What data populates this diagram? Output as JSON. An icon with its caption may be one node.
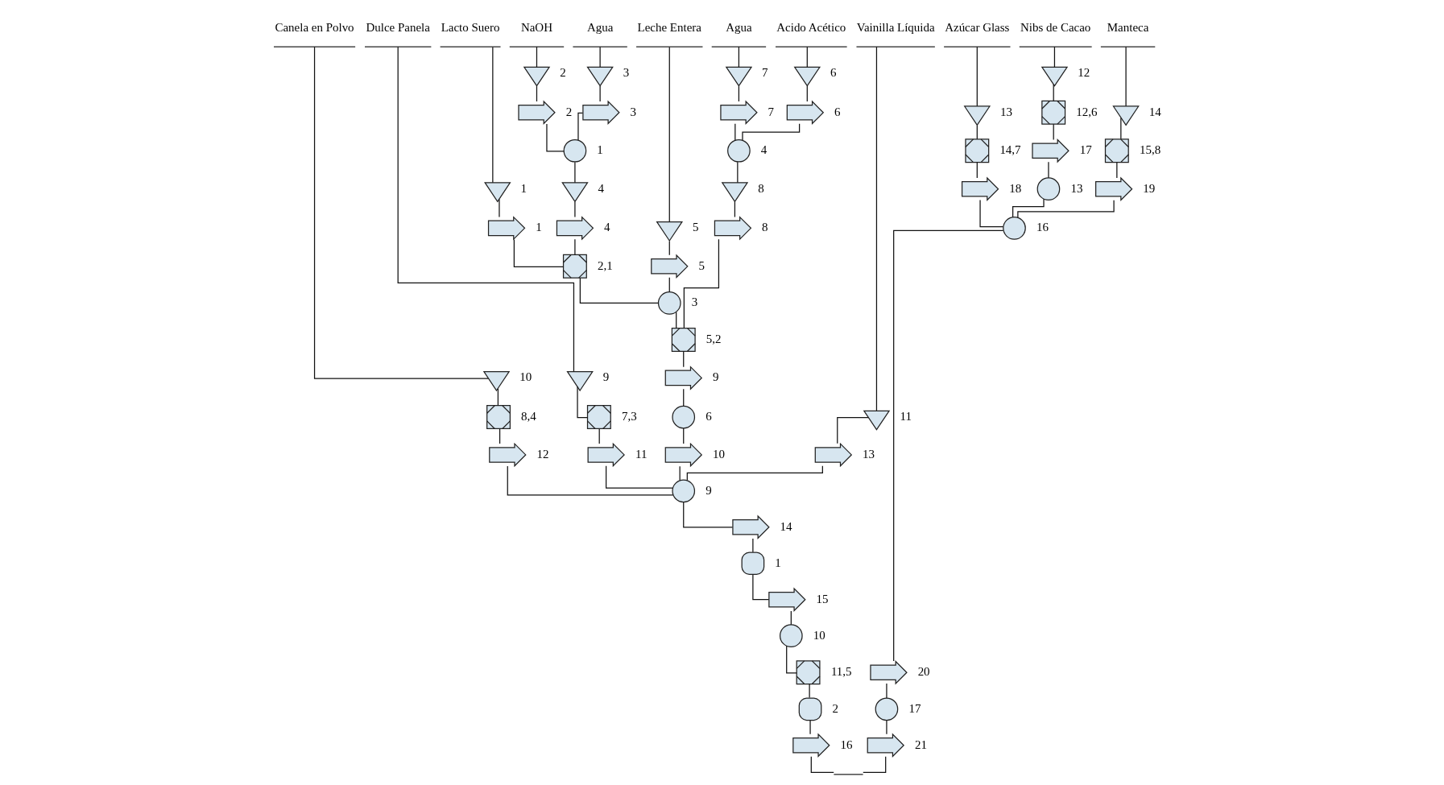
{
  "diagram": {
    "nodes": [
      {
        "text": [
          "Manteca"
        ]
      },
      {
        "text": [],
        "shape": "triangle",
        "beside": [
          "14"
        ]
      },
      {
        "text": [],
        "shape": "square",
        "beside": [
          "15,8"
        ]
      },
      {
        "text": [],
        "shape": "arrow",
        "beside": [
          "19"
        ]
      },
      {
        "text": [
          "Azúcar Glass"
        ]
      },
      {
        "text": [],
        "shape": "triangle",
        "beside": [
          "13"
        ]
      },
      {
        "text": [],
        "shape": "square",
        "beside": [
          "14,7"
        ]
      },
      {
        "text": [],
        "shape": "arrow",
        "beside": [
          "18"
        ]
      },
      {
        "text": [
          "Nibs de Cacao"
        ]
      },
      {
        "text": [],
        "shape": "triangle",
        "beside": [
          "12"
        ]
      },
      {
        "text": [],
        "shape": "square",
        "beside": [
          "12,6"
        ]
      },
      {
        "text": [],
        "shape": "arrow",
        "beside": [
          "17"
        ]
      },
      {
        "text": [],
        "shape": "circle",
        "beside": [
          "13"
        ]
      },
      {
        "text": [],
        "shape": "circle",
        "beside": [
          "16"
        ]
      },
      {
        "text": [],
        "shape": "arrow",
        "beside": [
          "20"
        ]
      },
      {
        "text": [],
        "shape": "circle",
        "beside": [
          "17"
        ]
      },
      {
        "text": [],
        "shape": "arrow",
        "beside": [
          "21"
        ]
      },
      {
        "text": [
          "Vainilla Líquida"
        ]
      },
      {
        "text": [],
        "shape": "triangle",
        "beside": [
          "11"
        ]
      },
      {
        "text": [],
        "shape": "arrow",
        "beside": [
          "13"
        ]
      },
      {
        "text": [
          "Canela en Polvo"
        ]
      },
      {
        "text": [],
        "shape": "triangle",
        "beside": [
          "10"
        ]
      },
      {
        "text": [],
        "shape": "square",
        "beside": [
          "8,4"
        ]
      },
      {
        "text": [],
        "shape": "arrow",
        "beside": [
          "12"
        ]
      },
      {
        "text": [
          "Dulce Panela"
        ]
      },
      {
        "text": [],
        "shape": "triangle",
        "beside": [
          "9"
        ]
      },
      {
        "text": [],
        "shape": "square",
        "beside": [
          "7,3"
        ]
      },
      {
        "text": [],
        "shape": "arrow",
        "beside": [
          "11"
        ]
      },
      {
        "text": [
          "Agua"
        ]
      },
      {
        "text": [],
        "shape": "triangle",
        "beside": [
          "7"
        ]
      },
      {
        "text": [],
        "shape": "arrow",
        "beside": [
          "7"
        ]
      },
      {
        "text": [
          "Acido Acético"
        ]
      },
      {
        "text": [],
        "shape": "triangle",
        "beside": [
          "6"
        ]
      },
      {
        "text": [],
        "shape": "arrow",
        "beside": [
          "6"
        ]
      },
      {
        "text": [],
        "shape": "circle",
        "beside": [
          "4"
        ]
      },
      {
        "text": [],
        "shape": "triangle",
        "beside": [
          "8"
        ]
      },
      {
        "text": [],
        "shape": "arrow",
        "beside": [
          "8"
        ]
      },
      {
        "text": [
          "Leche Entera"
        ]
      },
      {
        "text": [],
        "shape": "triangle",
        "beside": [
          "5"
        ]
      },
      {
        "text": [],
        "shape": "arrow",
        "beside": [
          "5"
        ]
      },
      {
        "text": [
          "Agua"
        ]
      },
      {
        "text": [],
        "shape": "triangle",
        "beside": [
          "3"
        ]
      },
      {
        "text": [],
        "shape": "arrow",
        "beside": [
          "3"
        ]
      },
      {
        "text": [
          "NaOH"
        ]
      },
      {
        "text": [],
        "shape": "triangle",
        "beside": [
          "2"
        ]
      },
      {
        "text": [],
        "shape": "arrow",
        "beside": [
          "2"
        ]
      },
      {
        "text": [],
        "shape": "circle",
        "beside": [
          "1"
        ]
      },
      {
        "text": [],
        "shape": "triangle",
        "beside": [
          "4"
        ]
      },
      {
        "text": [],
        "shape": "arrow",
        "beside": [
          "4"
        ]
      },
      {
        "text": [
          "Lacto Suero"
        ]
      },
      {
        "text": [],
        "shape": "triangle",
        "beside": [
          "1"
        ]
      },
      {
        "text": [],
        "shape": "arrow",
        "beside": [
          "1"
        ]
      },
      {
        "text": [],
        "shape": "square",
        "beside": [
          "2,1"
        ]
      },
      {
        "text": [],
        "shape": "circle",
        "beside": [
          "3"
        ]
      },
      {
        "text": [],
        "shape": "square",
        "beside": [
          "5,2"
        ]
      },
      {
        "text": [],
        "shape": "arrow",
        "beside": [
          "9"
        ]
      },
      {
        "text": [],
        "shape": "circle",
        "beside": [
          "6"
        ]
      },
      {
        "text": [],
        "shape": "arrow",
        "beside": [
          "10"
        ]
      },
      {
        "text": [],
        "shape": "circle",
        "beside": [
          "9"
        ]
      },
      {
        "text": [],
        "shape": "arrow",
        "beside": [
          "14"
        ]
      },
      {
        "text": [],
        "shape": "delay",
        "beside": [
          "1"
        ]
      },
      {
        "text": [],
        "shape": "arrow",
        "beside": [
          "15"
        ]
      },
      {
        "text": [],
        "shape": "circle",
        "beside": [
          "10"
        ]
      },
      {
        "text": [],
        "shape": "square",
        "beside": [
          "11,5"
        ]
      },
      {
        "text": [],
        "shape": "delay",
        "beside": [
          "2"
        ]
      },
      {
        "text": [],
        "shape": "arrow",
        "beside": [
          "16"
        ]
      },
      {
        "text": [],
        "shape": "wave"
      }
    ],
    "edges": [
      {
        "from": 0,
        "to": 1,
        "arrow": "none"
      },
      {
        "from": 1,
        "to": 2,
        "arrow": "none"
      },
      {
        "from": 2,
        "to": 3,
        "arrow": "none"
      },
      {
        "from": 3,
        "to": 13,
        "arrow": "none"
      },
      {
        "from": 4,
        "to": 5,
        "arrow": "none"
      },
      {
        "from": 5,
        "to": 6,
        "arrow": "none"
      },
      {
        "from": 6,
        "to": 7,
        "arrow": "none"
      },
      {
        "from": 7,
        "to": 13,
        "arrow": "none"
      },
      {
        "from": 8,
        "to": 9,
        "arrow": "none"
      },
      {
        "from": 9,
        "to": 10,
        "arrow": "none"
      },
      {
        "from": 10,
        "to": 11,
        "arrow": "none"
      },
      {
        "from": 11,
        "to": 12,
        "arrow": "none"
      },
      {
        "from": 12,
        "to": 13,
        "arrow": "none"
      },
      {
        "from": 13,
        "to": 14,
        "arrow": "none"
      },
      {
        "from": 14,
        "to": 15,
        "arrow": "none"
      },
      {
        "from": 15,
        "to": 16,
        "arrow": "none"
      },
      {
        "from": 16,
        "to": 66,
        "arrow": "none"
      },
      {
        "from": 17,
        "to": 18,
        "arrow": "none"
      },
      {
        "from": 18,
        "to": 19,
        "arrow": "none"
      },
      {
        "from": 19,
        "to": 58,
        "arrow": "none"
      },
      {
        "from": 20,
        "to": 21,
        "arrow": "none"
      },
      {
        "from": 21,
        "to": 22,
        "arrow": "none"
      },
      {
        "from": 22,
        "to": 23,
        "arrow": "none"
      },
      {
        "from": 23,
        "to": 58,
        "arrow": "none"
      },
      {
        "from": 24,
        "to": 25,
        "arrow": "none"
      },
      {
        "from": 25,
        "to": 26,
        "arrow": "none"
      },
      {
        "from": 26,
        "to": 27,
        "arrow": "none"
      },
      {
        "from": 27,
        "to": 58,
        "arrow": "none"
      },
      {
        "from": 28,
        "to": 29,
        "arrow": "none"
      },
      {
        "from": 29,
        "to": 30,
        "arrow": "none"
      },
      {
        "from": 30,
        "to": 34,
        "arrow": "none"
      },
      {
        "from": 31,
        "to": 32,
        "arrow": "none"
      },
      {
        "from": 32,
        "to": 33,
        "arrow": "none"
      },
      {
        "from": 33,
        "to": 34,
        "arrow": "none"
      },
      {
        "from": 34,
        "to": 35,
        "arrow": "none"
      },
      {
        "from": 35,
        "to": 36,
        "arrow": "none"
      },
      {
        "from": 36,
        "to": 54,
        "arrow": "none"
      },
      {
        "from": 37,
        "to": 38,
        "arrow": "none"
      },
      {
        "from": 38,
        "to": 39,
        "arrow": "none"
      },
      {
        "from": 39,
        "to": 53,
        "arrow": "none"
      },
      {
        "from": 40,
        "to": 41,
        "arrow": "none"
      },
      {
        "from": 41,
        "to": 42,
        "arrow": "none"
      },
      {
        "from": 42,
        "to": 46,
        "arrow": "none"
      },
      {
        "from": 43,
        "to": 44,
        "arrow": "none"
      },
      {
        "from": 44,
        "to": 45,
        "arrow": "none"
      },
      {
        "from": 45,
        "to": 46,
        "arrow": "none"
      },
      {
        "from": 46,
        "to": 47,
        "arrow": "none"
      },
      {
        "from": 47,
        "to": 48,
        "arrow": "none"
      },
      {
        "from": 48,
        "to": 52,
        "arrow": "none"
      },
      {
        "from": 49,
        "to": 50,
        "arrow": "none"
      },
      {
        "from": 50,
        "to": 51,
        "arrow": "none"
      },
      {
        "from": 51,
        "to": 52,
        "arrow": "none"
      },
      {
        "from": 52,
        "to": 53,
        "arrow": "none"
      },
      {
        "from": 53,
        "to": 54,
        "arrow": "none"
      },
      {
        "from": 54,
        "to": 55,
        "arrow": "none"
      },
      {
        "from": 55,
        "to": 56,
        "arrow": "none"
      },
      {
        "from": 56,
        "to": 57,
        "arrow": "none"
      },
      {
        "from": 57,
        "to": 58,
        "arrow": "none"
      },
      {
        "from": 58,
        "to": 59,
        "arrow": "none"
      },
      {
        "from": 59,
        "to": 60,
        "arrow": "none"
      },
      {
        "from": 60,
        "to": 61,
        "arrow": "none"
      },
      {
        "from": 61,
        "to": 62,
        "arrow": "none"
      },
      {
        "from": 62,
        "to": 63,
        "arrow": "none"
      },
      {
        "from": 63,
        "to": 64,
        "arrow": "none"
      },
      {
        "from": 64,
        "to": 65,
        "arrow": "none"
      },
      {
        "from": 65,
        "to": 66,
        "arrow": "none"
      }
    ]
  }
}
